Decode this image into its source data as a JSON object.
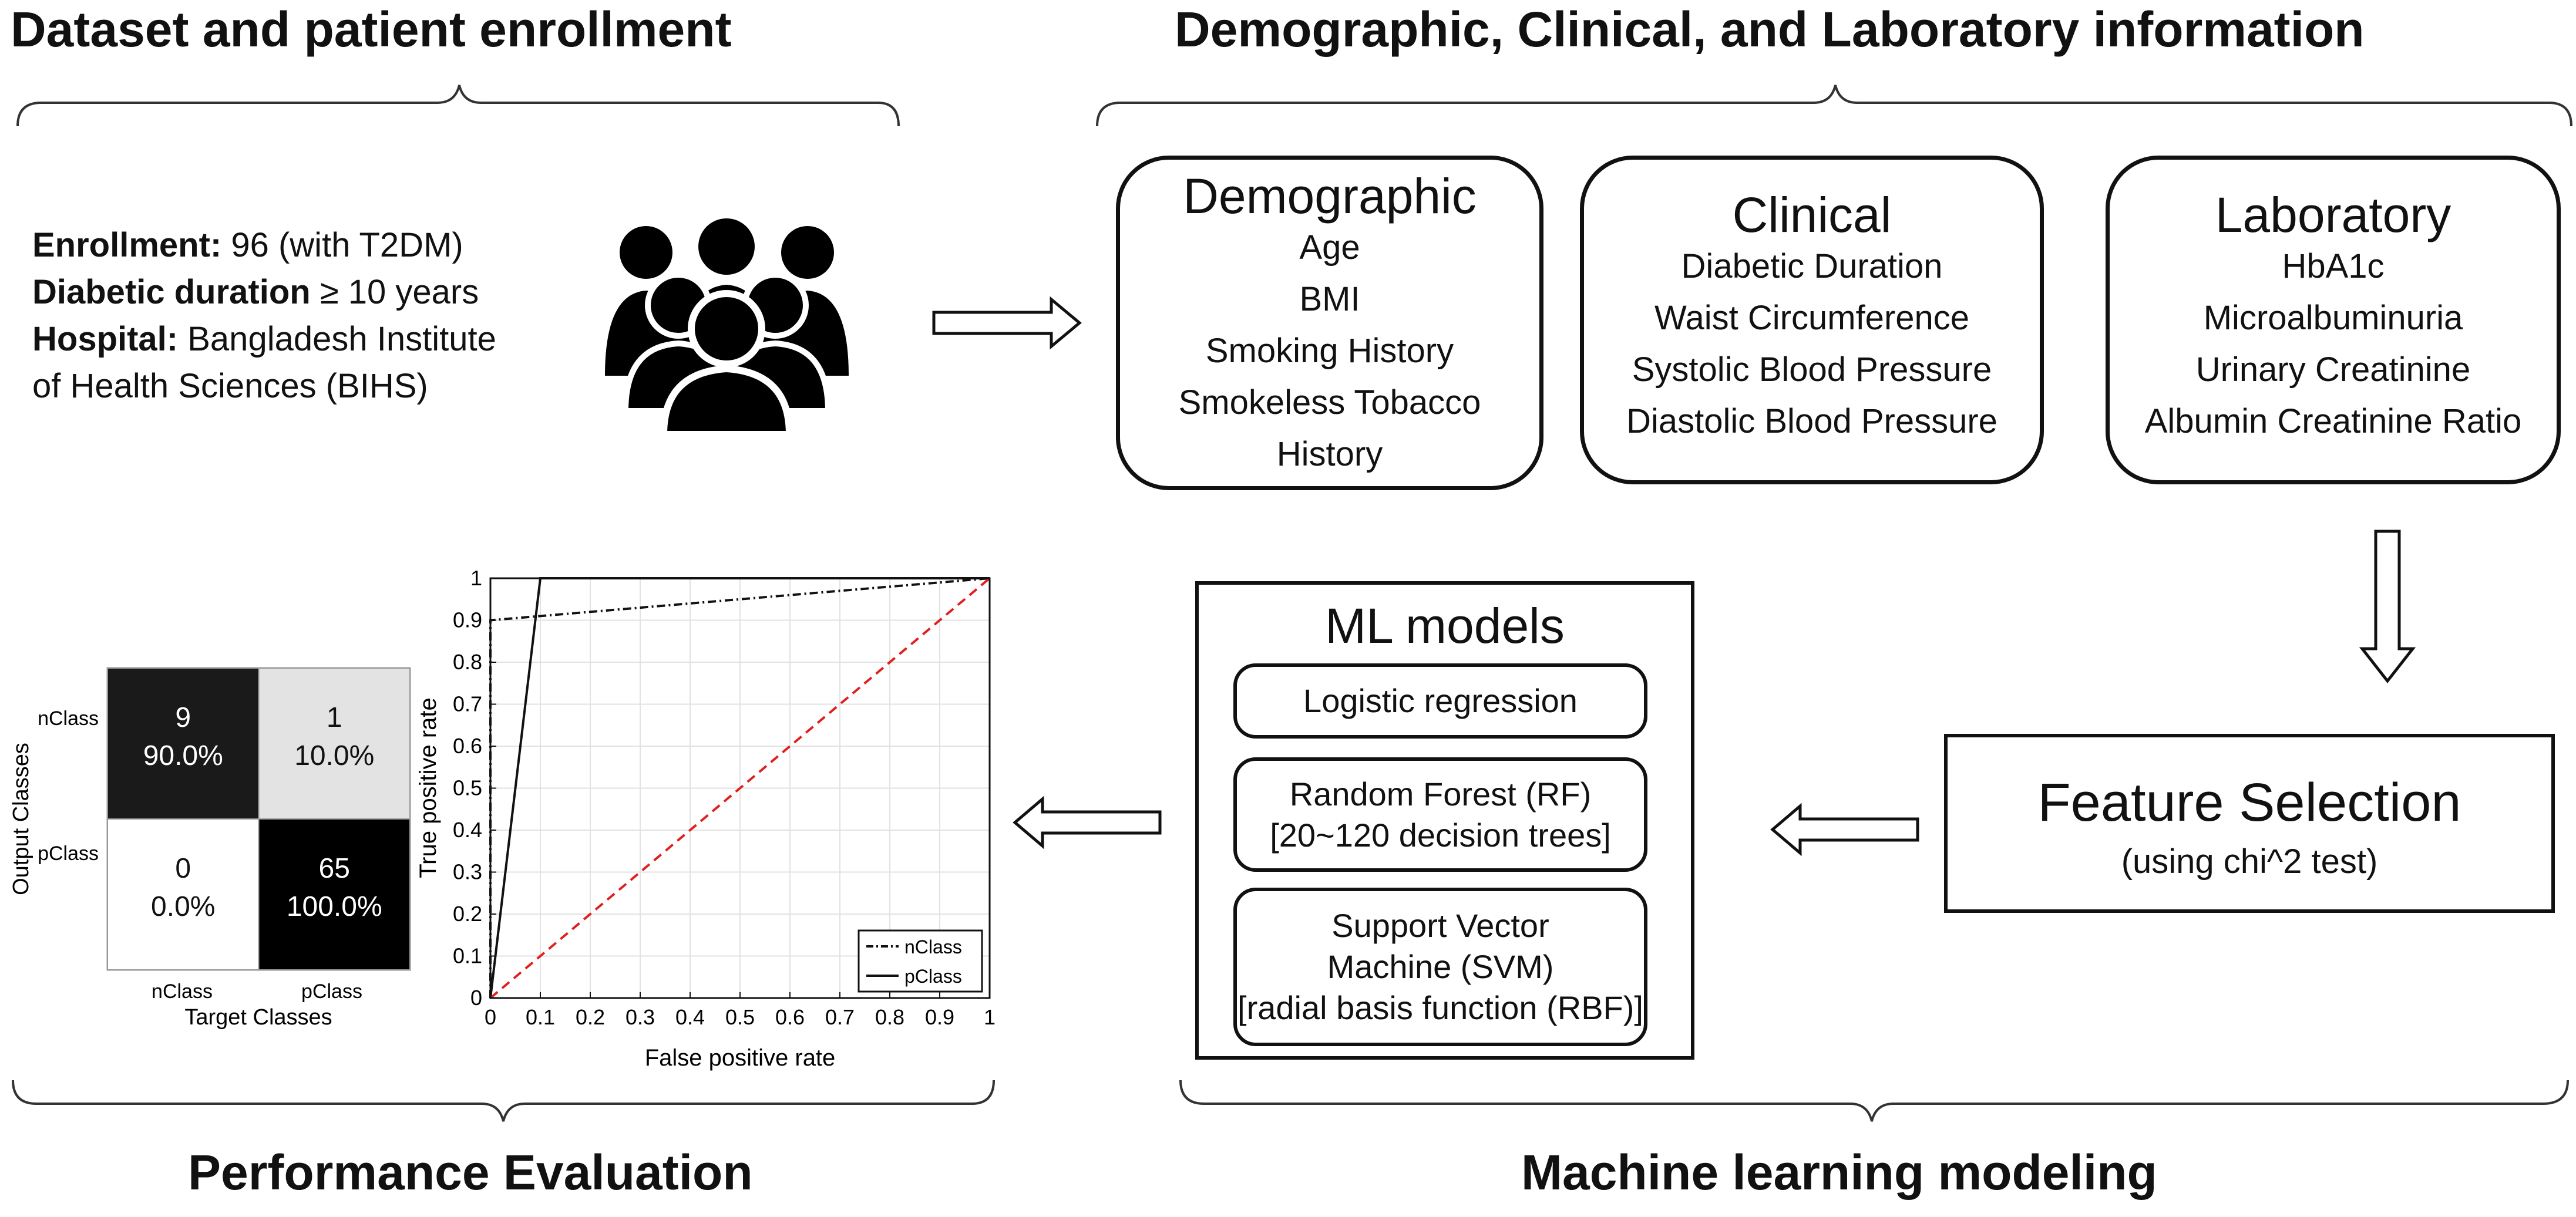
{
  "sections": {
    "dataset_title": "Dataset and patient enrollment",
    "info_title": "Demographic, Clinical, and Laboratory information",
    "perf_title": "Performance Evaluation",
    "ml_title": "Machine learning modeling"
  },
  "enrollment": {
    "enrollment_label": "Enrollment:",
    "enrollment_value": " 96 (with T2DM)",
    "duration_label": "Diabetic duration",
    "duration_value": " ≥ 10 years",
    "hospital_label": "Hospital:",
    "hospital_value": " Bangladesh Institute",
    "hospital_value_2": "of Health Sciences (BIHS)"
  },
  "demographic": {
    "title": "Demographic",
    "items": [
      "Age",
      "BMI",
      "Smoking History",
      "Smokeless Tobacco",
      "History"
    ]
  },
  "clinical": {
    "title": "Clinical",
    "items": [
      "Diabetic Duration",
      "Waist Circumference",
      "Systolic Blood Pressure",
      "Diastolic Blood Pressure"
    ]
  },
  "laboratory": {
    "title": "Laboratory",
    "items": [
      "HbA1c",
      "Microalbuminuria",
      "Urinary Creatinine",
      "Albumin Creatinine Ratio"
    ]
  },
  "feature_selection": {
    "title": "Feature Selection",
    "subtitle": "(using chi^2 test)"
  },
  "ml_models": {
    "title": "ML models",
    "logistic": "Logistic regression",
    "rf_line1": "Random Forest (RF)",
    "rf_line2": "[20~120 decision trees]",
    "svm_line1": "Support Vector",
    "svm_line2": "Machine (SVM)",
    "svm_line3": "[radial basis function (RBF)]"
  },
  "confusion_matrix": {
    "ylabel": "Output Classes",
    "xlabel": "Target Classes",
    "row_labels": [
      "nClass",
      "pClass"
    ],
    "col_labels": [
      "nClass",
      "pClass"
    ],
    "cells": [
      [
        {
          "count": "9",
          "pct": "90.0%",
          "color": "#1a1a1a",
          "text_color": "#ffffff"
        },
        {
          "count": "1",
          "pct": "10.0%",
          "color": "#e3e3e3",
          "text_color": "#111111"
        }
      ],
      [
        {
          "count": "0",
          "pct": "0.0%",
          "color": "#ffffff",
          "text_color": "#111111"
        },
        {
          "count": "65",
          "pct": "100.0%",
          "color": "#000000",
          "text_color": "#ffffff"
        }
      ]
    ]
  },
  "chart_data": {
    "type": "line",
    "xlabel": "False positive rate",
    "ylabel": "True positive rate",
    "xlim": [
      0,
      1
    ],
    "ylim": [
      0,
      1
    ],
    "grid": true,
    "xticks": [
      "0",
      "0.1",
      "0.2",
      "0.3",
      "0.4",
      "0.5",
      "0.6",
      "0.7",
      "0.8",
      "0.9",
      "1"
    ],
    "yticks": [
      "0",
      "0.1",
      "0.2",
      "0.3",
      "0.4",
      "0.5",
      "0.6",
      "0.7",
      "0.8",
      "0.9",
      "1"
    ],
    "legend_position": "bottom-right",
    "series": [
      {
        "name": "nClass",
        "style": "dashdot",
        "color": "#111111",
        "x": [
          0,
          0,
          1
        ],
        "y": [
          0,
          0.9,
          1
        ]
      },
      {
        "name": "pClass",
        "style": "solid",
        "color": "#111111",
        "x": [
          0,
          0.1,
          1
        ],
        "y": [
          0,
          1,
          1
        ]
      },
      {
        "style": "dashed",
        "color": "#e02020",
        "x": [
          0,
          1
        ],
        "y": [
          0,
          1
        ]
      }
    ]
  }
}
